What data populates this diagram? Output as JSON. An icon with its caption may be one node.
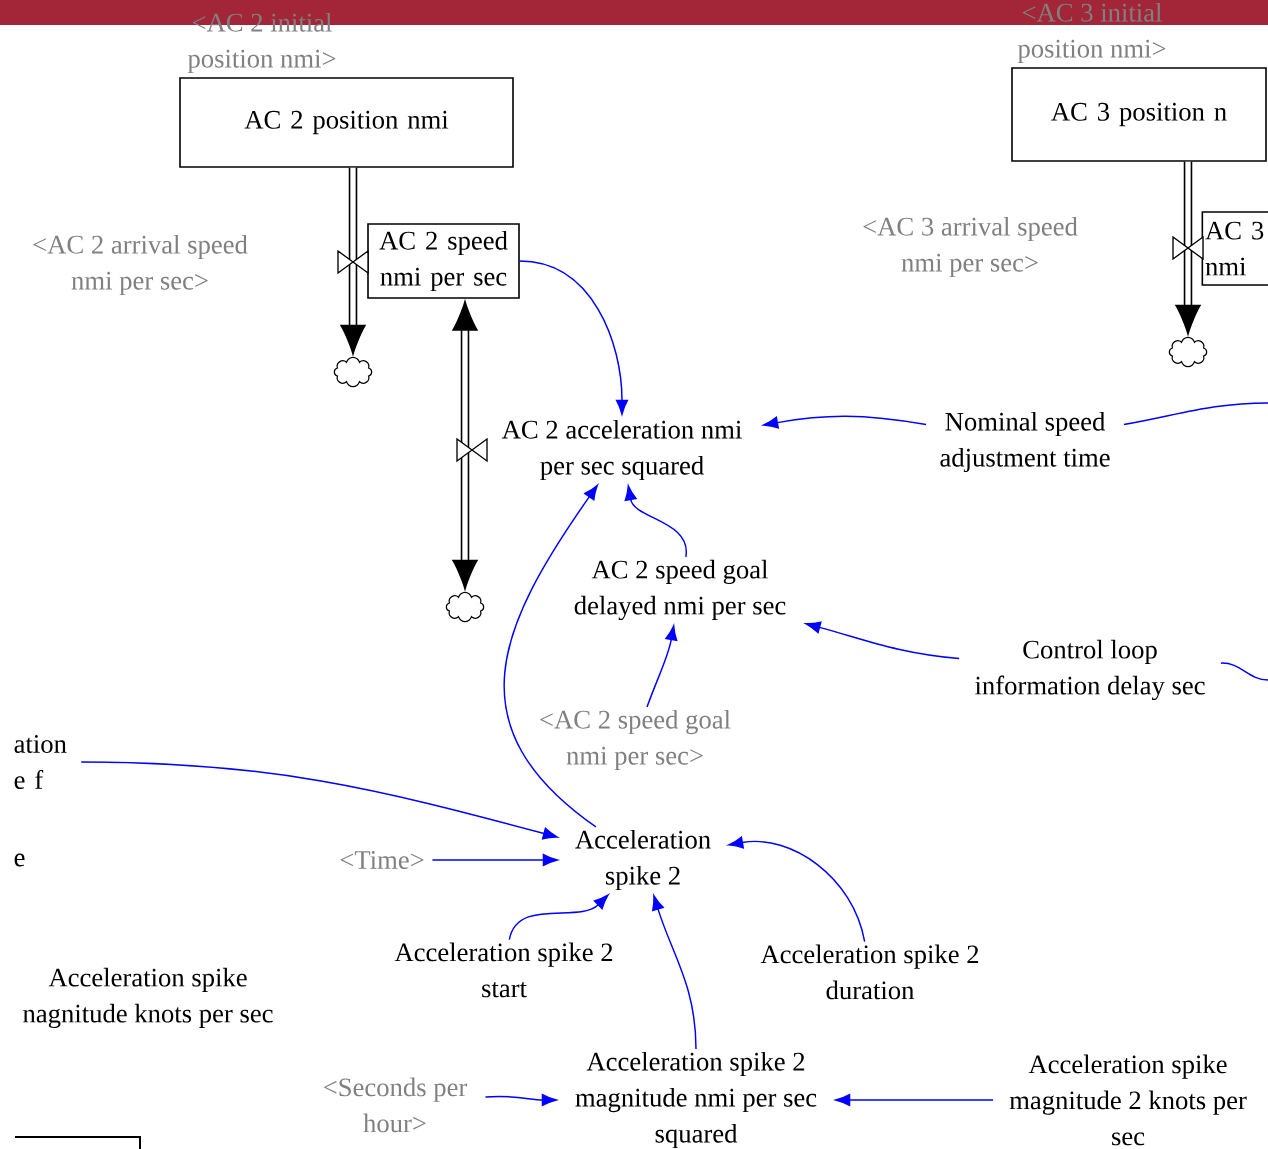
{
  "diagram": {
    "nodes": [
      {
        "text": [
          "AC 2 position nmi"
        ],
        "beside": [
          "<AC 2 initial position nmi>"
        ]
      },
      {
        "text": [
          "AC 2 speed nmi per sec"
        ]
      },
      {
        "text": [],
        "shape": "cloud"
      },
      {
        "text": [],
        "shape": "cloud"
      },
      {
        "text": [
          "AC 2 acceleration nmi per sec squared"
        ]
      },
      {
        "text": [
          "Nominal speed adjustment time"
        ]
      },
      {
        "text": [
          "AC 2 speed goal delayed nmi per sec"
        ]
      },
      {
        "text": [
          "Control loop information delay sec"
        ]
      },
      {
        "text": [
          "<AC 2 speed goal nmi per sec>"
        ]
      },
      {
        "text": [
          "Acceleration spike 2"
        ]
      },
      {
        "text": [
          "ation e f"
        ]
      },
      {
        "text": [
          "<Time>"
        ]
      },
      {
        "text": [
          "Acceleration spike 2 start"
        ]
      },
      {
        "text": [
          "Acceleration spike 2 duration"
        ]
      },
      {
        "text": [
          "<Seconds per hour>"
        ]
      },
      {
        "text": [
          "Acceleration spike 2 magnitude nmi per sec squared"
        ]
      },
      {
        "text": [
          "Acceleration spike magnitude 2 knots per sec"
        ]
      },
      {
        "text": [
          "AC 3 position n"
        ],
        "beside": [
          "<AC 3 initial position nmi>"
        ]
      },
      {
        "text": [
          "AC 3 nmi"
        ]
      },
      {
        "text": [],
        "shape": "cloud"
      }
    ],
    "edges": [
      {
        "from": 0,
        "to": 2,
        "arrow": "to",
        "style": "thick",
        "color": "#000000"
      },
      {
        "from": 1,
        "to": 3,
        "arrow": "both",
        "style": "thick",
        "color": "#000000"
      },
      {
        "from": 17,
        "to": 19,
        "arrow": "to",
        "style": "thick",
        "color": "#000000"
      },
      {
        "from": 1,
        "to": 4,
        "arrow": "to"
      },
      {
        "from": 5,
        "to": 4,
        "arrow": "to"
      },
      {
        "from": 6,
        "to": 4,
        "arrow": "to"
      },
      {
        "from": 7,
        "to": 6,
        "arrow": "to"
      },
      {
        "from": 8,
        "to": 6,
        "arrow": "to"
      },
      {
        "from": 9,
        "to": 4,
        "arrow": "to"
      },
      {
        "from": 10,
        "to": 9,
        "arrow": "to"
      },
      {
        "from": 11,
        "to": 9,
        "arrow": "to"
      },
      {
        "from": 12,
        "to": 9,
        "arrow": "to"
      },
      {
        "from": 13,
        "to": 9,
        "arrow": "to"
      },
      {
        "from": 15,
        "to": 9,
        "arrow": "to"
      },
      {
        "from": 14,
        "to": 15,
        "arrow": "to"
      },
      {
        "from": 16,
        "to": 15,
        "arrow": "to"
      },
      {
        "from": 5,
        "to": null,
        "arrow": "none"
      },
      {
        "from": 7,
        "to": null,
        "arrow": "none"
      }
    ],
    "labels": [
      "<AC 2 arrival speed nmi per sec>",
      "<AC 3 arrival speed nmi per sec>",
      "e",
      "Acceleration spike nagnitude knots per sec"
    ]
  }
}
